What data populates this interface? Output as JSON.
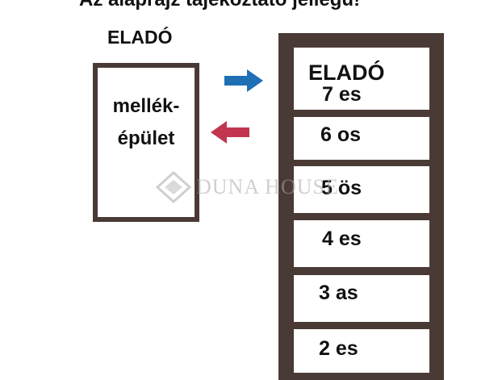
{
  "header": {
    "caption": "Az alaprajz tájékoztató jellegű!"
  },
  "annex": {
    "title": "ELADÓ",
    "label_line1": "mellék-",
    "label_line2": "épület"
  },
  "building": {
    "title": "ELADÓ",
    "floors": [
      {
        "label": "7 es"
      },
      {
        "label": "6 os"
      },
      {
        "label": "5 ös"
      },
      {
        "label": "4 es"
      },
      {
        "label": "3 as"
      },
      {
        "label": "2 es"
      }
    ]
  },
  "arrows": {
    "right_color": "#1f6fb5",
    "left_color": "#c2354f"
  },
  "colors": {
    "frame": "#4a3a35",
    "text": "#111111"
  },
  "watermark": {
    "text": "DUNA HOUSE",
    "icon": "duna-house-logo-icon"
  }
}
